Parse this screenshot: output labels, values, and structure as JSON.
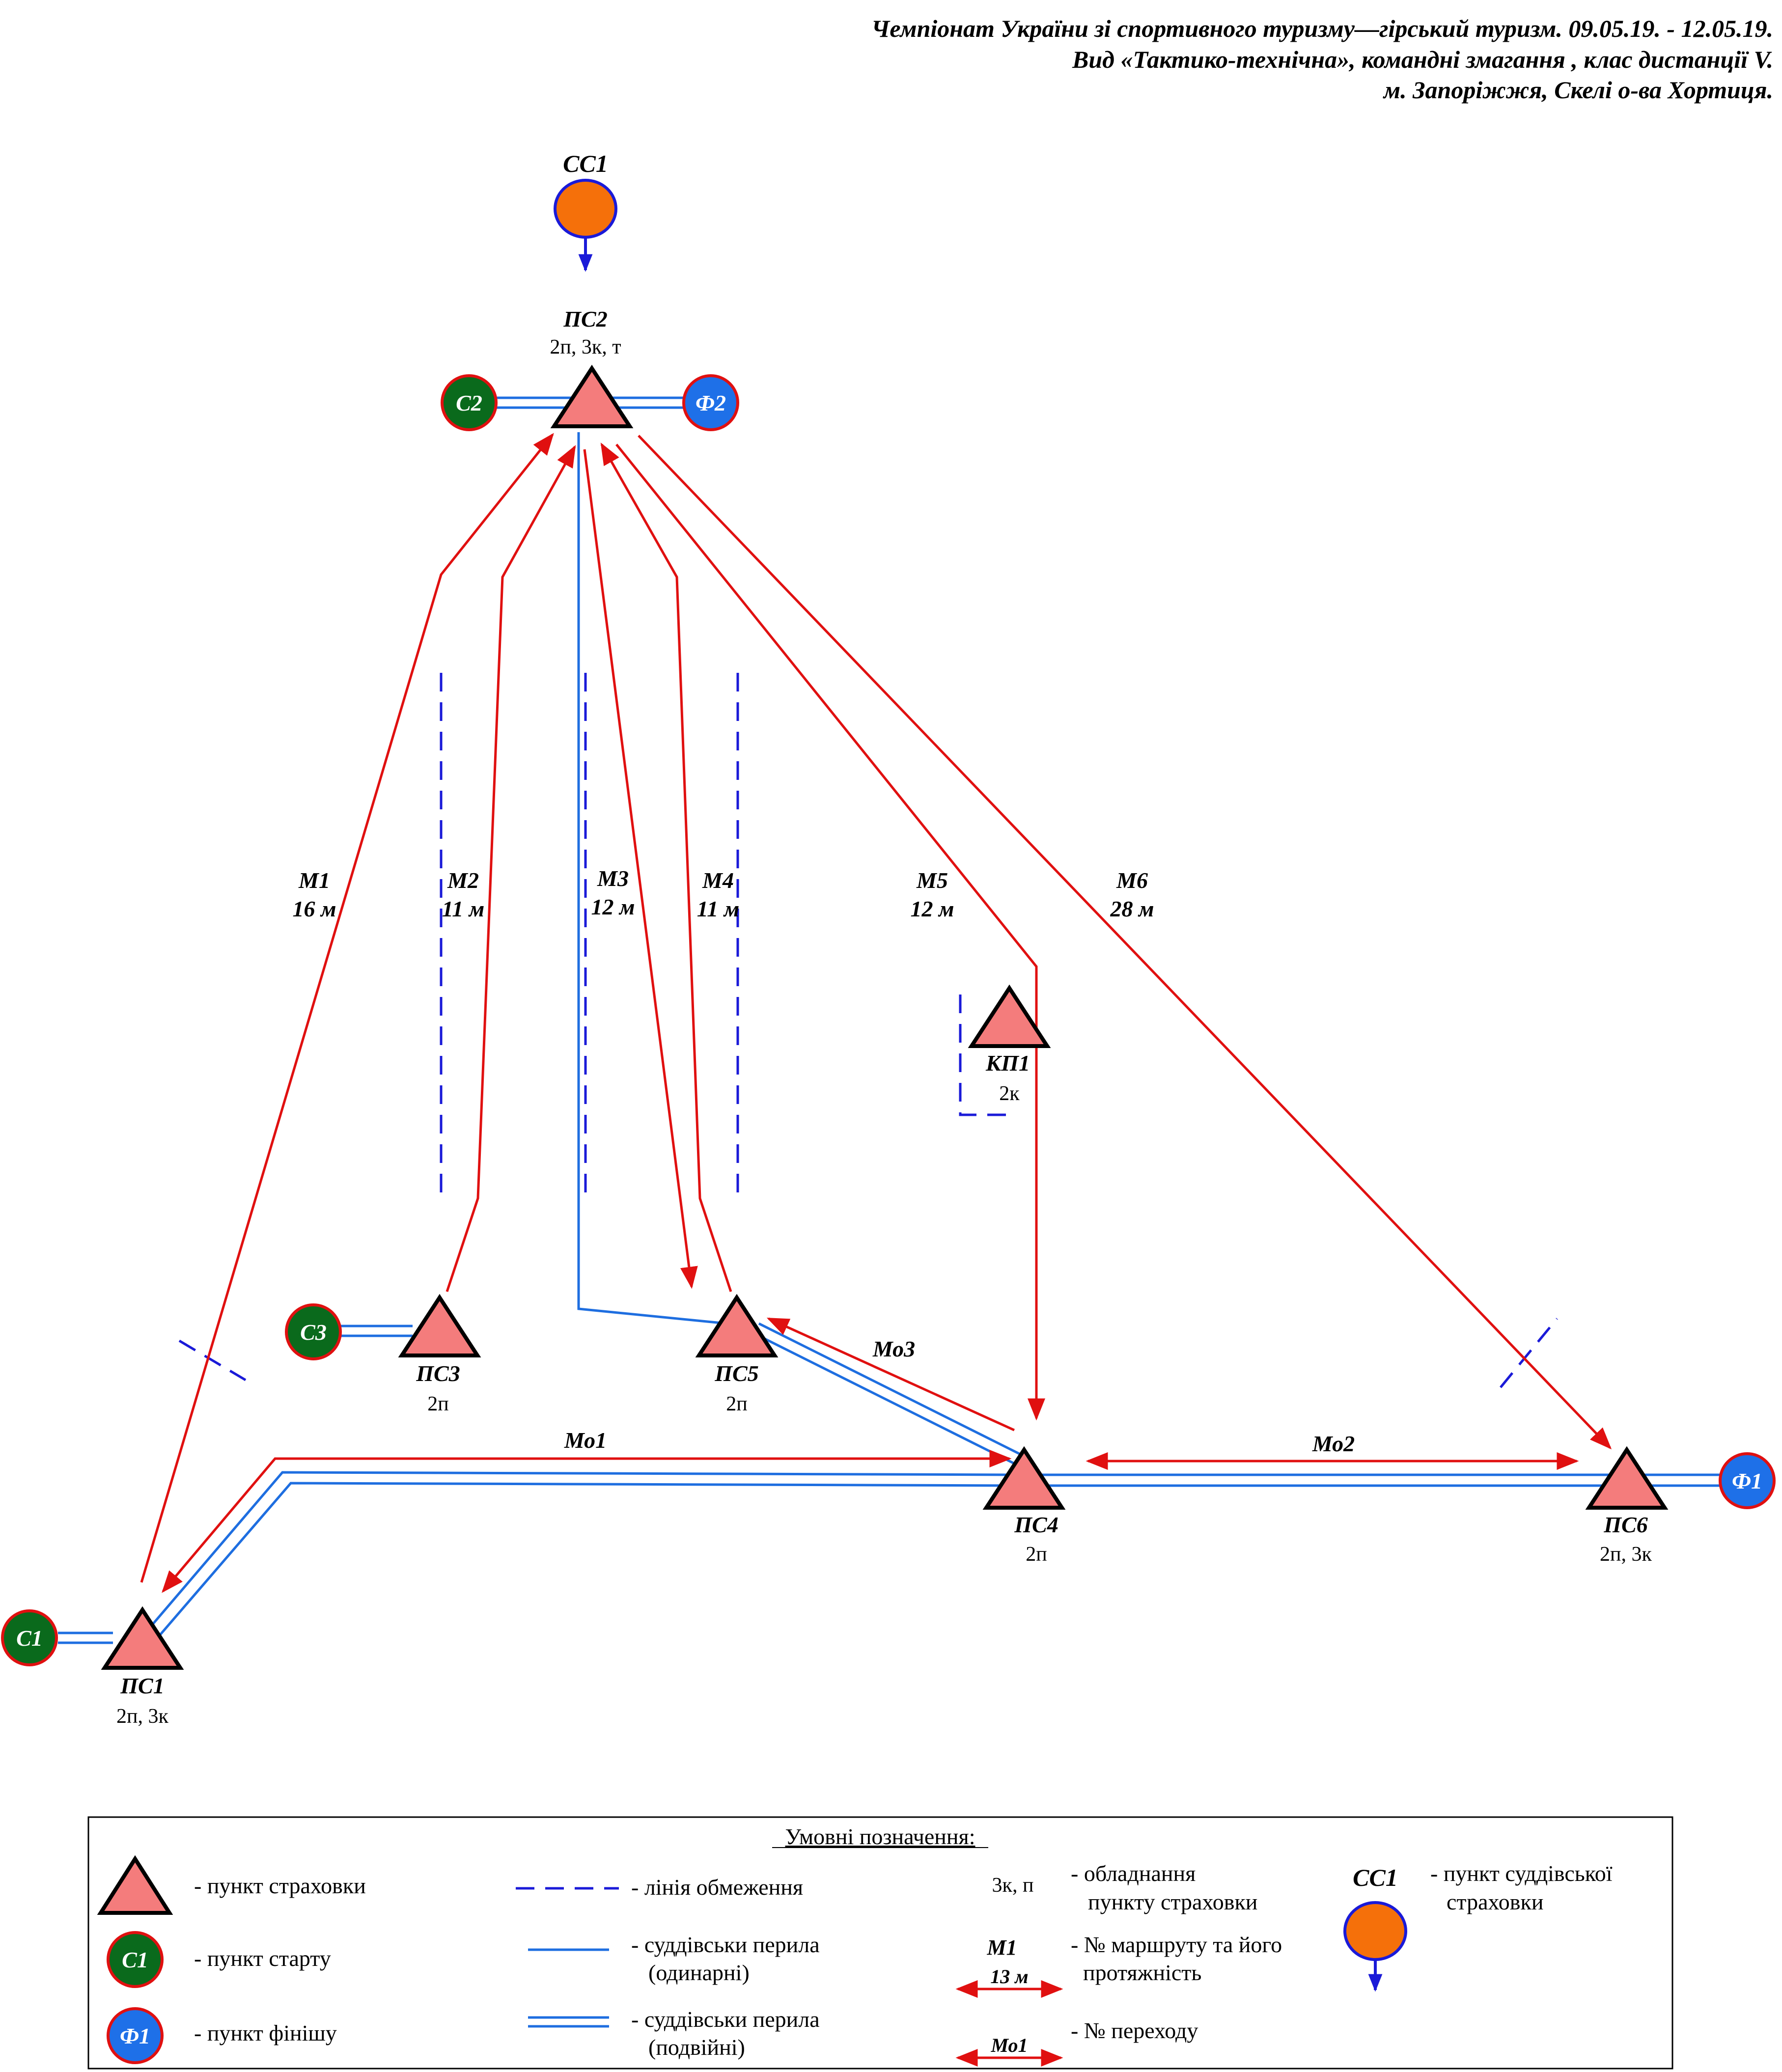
{
  "header": {
    "line1": "Чемпіонат України зі спортивного туризму—гірський туризм. 09.05.19. - 12.05.19.",
    "line2": "Вид «Тактико-технічна», командні змагання , клас дистанції V.",
    "line3": "м. Запоріжжя, Скелі о-ва Хортиця."
  },
  "colors": {
    "belay_fill": "#f47c7c",
    "start_fill": "#0a6a1c",
    "finish_fill": "#1e70e8",
    "judge_fill": "#f5700a",
    "circle_border": "#e01010",
    "route": "#e01010",
    "rail": "#1e6ee0",
    "limit": "#1a1ad8"
  },
  "points": {
    "ss1": {
      "name": "СС1"
    },
    "ps1": {
      "name": "ПС1",
      "equipment": "2п, 3к"
    },
    "ps2": {
      "name": "ПС2",
      "equipment": "2п, 3к, т"
    },
    "ps3": {
      "name": "ПС3",
      "equipment": "2п"
    },
    "ps4": {
      "name": "ПС4",
      "equipment": "2п"
    },
    "ps5": {
      "name": "ПС5",
      "equipment": "2п"
    },
    "ps6": {
      "name": "ПС6",
      "equipment": "2п, 3к"
    },
    "kp1": {
      "name": "КП1",
      "equipment": "2к"
    },
    "c1": {
      "name": "С1"
    },
    "c2": {
      "name": "С2"
    },
    "c3": {
      "name": "С3"
    },
    "f1": {
      "name": "Ф1"
    },
    "f2": {
      "name": "Ф2"
    }
  },
  "routes": [
    {
      "name": "М1",
      "length": "16 м"
    },
    {
      "name": "М2",
      "length": "11 м"
    },
    {
      "name": "М3",
      "length": "12 м"
    },
    {
      "name": "М4",
      "length": "11 м"
    },
    {
      "name": "М5",
      "length": "12 м"
    },
    {
      "name": "М6",
      "length": "28 м"
    }
  ],
  "transitions": [
    {
      "name": "Мо1"
    },
    {
      "name": "Мо2"
    },
    {
      "name": "Мо3"
    }
  ],
  "legend": {
    "title": "Умовні позначення:",
    "belay_point": "- пункт страховки",
    "start_point": "- пункт старту",
    "finish_point": "- пункт фінішу",
    "start_sample": "С1",
    "finish_sample": "Ф1",
    "limit_line": "- лінія обмеження",
    "rail_single_1": "- суддівськи перила",
    "rail_single_2": "(одинарні)",
    "rail_double_1": "- суддівськи перила",
    "rail_double_2": "(подвійні)",
    "equip_sample": "3к, п",
    "equip_1": "- обладнання",
    "equip_2": "пункту страховки",
    "route_sample_name": "М1",
    "route_sample_len": "13 м",
    "route_1": "- № маршруту та його",
    "route_2": "протяжність",
    "trans_sample": "Мо1",
    "trans_1": "- № переходу",
    "judge_sample": "СС1",
    "judge_1": "- пункт суддівської",
    "judge_2": "страховки"
  }
}
